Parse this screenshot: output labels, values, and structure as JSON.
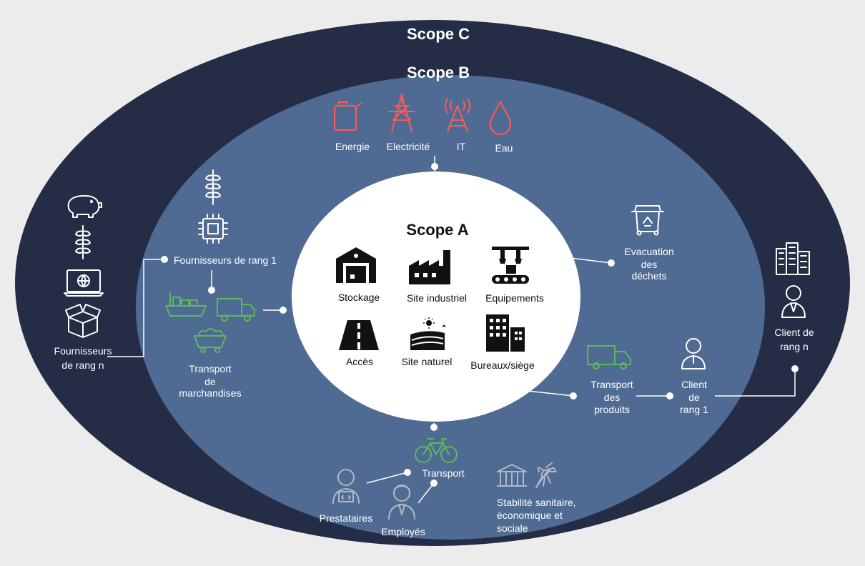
{
  "scopes": {
    "c_title": "Scope C",
    "b_title": "Scope B",
    "a_title": "Scope A"
  },
  "scope_a_items": {
    "stockage": "Stockage",
    "site_industriel": "Site industriel",
    "equipements": "Equipements",
    "acces": "Accès",
    "site_naturel": "Site naturel",
    "bureaux": "Bureaux/siège"
  },
  "scope_b_items": {
    "energie": "Energie",
    "electricite": "Electricité",
    "it": "IT",
    "eau": "Eau",
    "fournisseurs_rang1": "Fournisseurs de rang 1",
    "transport_marchandises": [
      "Transport",
      "de",
      "marchandises"
    ],
    "evacuation_dechets": [
      "Evacuation",
      "des",
      "déchets"
    ],
    "transport_produits": [
      "Transport",
      "des",
      "produits"
    ],
    "client_rang1": [
      "Client",
      "de",
      "rang 1"
    ],
    "transport": "Transport",
    "prestataires": "Prestataires",
    "employes": "Employés",
    "stabilite": [
      "Stabilité sanitaire,",
      "économique et",
      "sociale"
    ]
  },
  "scope_c_items": {
    "fournisseurs_rangn": [
      "Fournisseurs",
      "de rang n"
    ],
    "client_rangn": [
      "Client de",
      "rang n"
    ]
  },
  "colors": {
    "scope_c": "#242d45",
    "scope_b": "#4f6b94",
    "scope_a": "#ffffff",
    "energy_icons": "#ff5a4e",
    "transport_icons": "#5cb85c",
    "people_icons": "#b4b8c2"
  }
}
